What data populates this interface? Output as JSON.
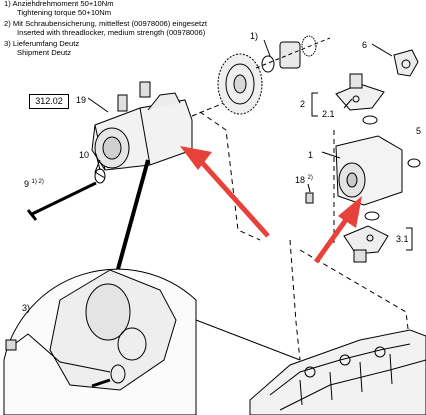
{
  "notes": {
    "n1_de": "1) Anziehdrehmoment 50+10Nm",
    "n1_en": "Tightening torque 50+10Nm",
    "n2_de": "2) Mit Schraubensicherung, mittelfest (00978006) eingesetzt",
    "n2_en": "Inserted with threadlocker, medium strength (00978006)",
    "n3_de": "3) Lieferumfang Deutz",
    "n3_en": "Shipment Deutz"
  },
  "reference_box": "312.02",
  "labels": {
    "l19": "19",
    "l10": "10",
    "l9": "9",
    "l9_note": "1) 2)",
    "l1_top": "1)",
    "l6": "6",
    "l2": "2",
    "l2_1": "2.1",
    "l5": "5",
    "l1": "1",
    "l18": "18",
    "l18_note": "2)",
    "l3_1": "3.1",
    "l3_detail": "3)"
  },
  "colors": {
    "arrow": "#e8413a",
    "line": "#000000"
  }
}
